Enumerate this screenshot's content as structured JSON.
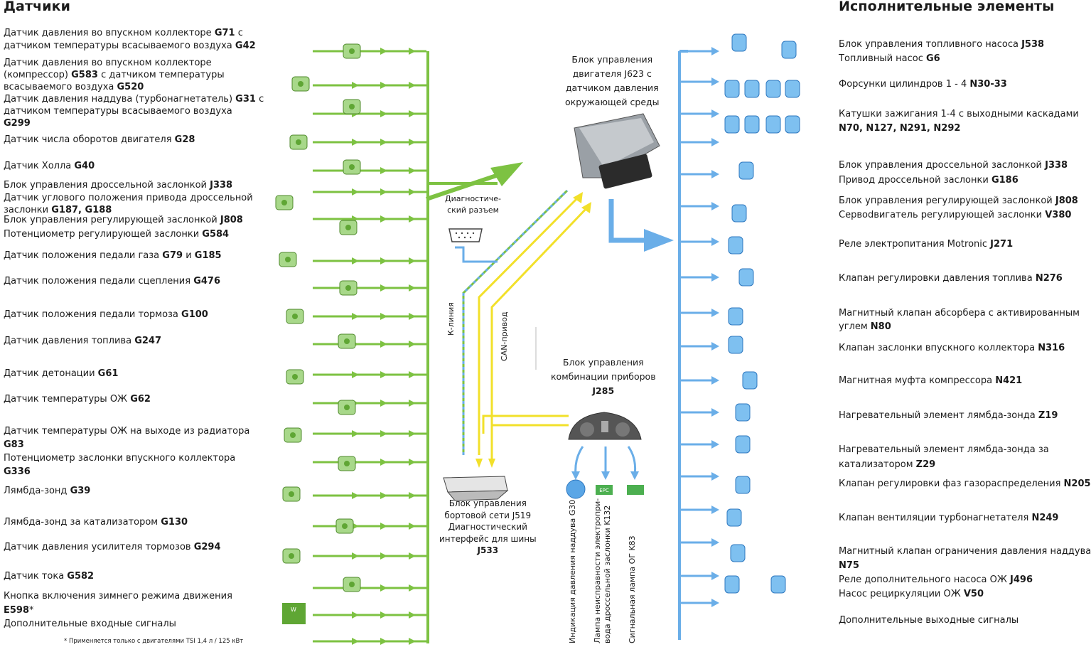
{
  "headers": {
    "sensors": "Датчики",
    "actuators": "Исполнительные элементы"
  },
  "sensors": [
    {
      "t": "Датчик давления во впускном коллекторе ",
      "b": "G71",
      "t2": " с"
    },
    {
      "t": "датчиком температуры всасываемого воздуха ",
      "b": "G42"
    },
    {
      "t": "Датчик давления во впускном коллекторе"
    },
    {
      "t": "(компрессор) ",
      "b": "G583",
      "t2": " с датчиком температуры"
    },
    {
      "t": "всасываемого воздуха ",
      "b": "G520"
    },
    {
      "t": "Датчик давления наддува (турбонагнетатель) ",
      "b": "G31",
      "t2": " с"
    },
    {
      "t": "датчиком температуры всасываемого воздуха"
    },
    {
      "b": "G299"
    },
    {
      "t": "Датчик числа оборотов двигателя ",
      "b": "G28"
    },
    {
      "t": "Датчик Холла ",
      "b": "G40"
    },
    {
      "t": "Блок управления дроссельной заслонкой ",
      "b": "J338"
    },
    {
      "t": "Датчик углового положения привода дроссельной"
    },
    {
      "t": "заслонки ",
      "b": "G187, G188"
    },
    {
      "t": "Блок управления регулирующей заслонкой ",
      "b": "J808"
    },
    {
      "t": "Потенциометр регулирующей заслонки ",
      "b": "G584"
    },
    {
      "t": "Датчик положения педали газа ",
      "b": "G79",
      "t2": " и ",
      "b2": "G185"
    },
    {
      "t": "Датчик положения педали сцепления ",
      "b": "G476"
    },
    {
      "t": "Датчик положения педали тормоза ",
      "b": "G100"
    },
    {
      "t": "Датчик давления топлива ",
      "b": "G247"
    },
    {
      "t": "Датчик детонации ",
      "b": "G61"
    },
    {
      "t": "Датчик температуры ОЖ ",
      "b": "G62"
    },
    {
      "t": "Датчик температуры ОЖ на выходе из радиатора"
    },
    {
      "b": "G83"
    },
    {
      "t": "Потенциометр заслонки впускного коллектора"
    },
    {
      "b": "G336"
    },
    {
      "t": "Лямбда-зонд ",
      "b": "G39"
    },
    {
      "t": "Лямбда-зонд за катализатором ",
      "b": "G130"
    },
    {
      "t": "Датчик давления усилителя тормозов ",
      "b": "G294"
    },
    {
      "t": "Датчик тока ",
      "b": "G582"
    },
    {
      "t": "Кнопка включения зимнего режима движения"
    },
    {
      "b": "E598",
      "t2": "*"
    },
    {
      "t": "Дополнительные входные сигналы"
    }
  ],
  "footnote": "* Применяется только с двигателями TSI 1,4 л / 125 кВт",
  "actuators": [
    {
      "t": "Блок управления топливного насоса ",
      "b": "J538"
    },
    {
      "t": "Топливный насос ",
      "b": "G6"
    },
    {
      "t": "Форсунки цилиндров 1 - 4 ",
      "b": "N30-33"
    },
    {
      "t": "Катушки зажигания 1-4 с выходными каскадами"
    },
    {
      "b": "N70, N127, N291, N292"
    },
    {
      "t": "Блок управления дроссельной заслонкой ",
      "b": "J338"
    },
    {
      "t": "Привод дроссельной заслонки ",
      "b": "G186"
    },
    {
      "t": "Блок управления регулирующей заслонкой ",
      "b": "J808"
    },
    {
      "t": "Сервodвигатель регулирующей заслонки ",
      "b": "V380"
    },
    {
      "t": "Реле электропитания Motronic ",
      "b": "J271"
    },
    {
      "t": "Клапан регулировки давления топлива ",
      "b": "N276"
    },
    {
      "t": "Магнитный клапан абсорбера с активированным"
    },
    {
      "t": "углем ",
      "b": "N80"
    },
    {
      "t": "Клапан заслонки впускного коллектора ",
      "b": "N316"
    },
    {
      "t": "Магнитная муфта компрессора ",
      "b": "N421"
    },
    {
      "t": "Нагревательный элемент лямбда-зонда ",
      "b": "Z19"
    },
    {
      "t": "Нагревательный элемент лямбда-зонда за"
    },
    {
      "t": "катализатором ",
      "b": "Z29"
    },
    {
      "t": "Клапан регулировки фаз газораспределения ",
      "b": "N205"
    },
    {
      "t": "Клапан вентиляции турбонагнетателя ",
      "b": "N249"
    },
    {
      "t": "Магнитный клапан ограничения давления наддува"
    },
    {
      "b": "N75"
    },
    {
      "t": "Реле дополнительного насоса ОЖ ",
      "b": "J496"
    },
    {
      "t": "Насос рециркуляции ОЖ ",
      "b": "V50"
    },
    {
      "t": "Дополнительные выходные сигналы"
    }
  ],
  "center": {
    "ecu": [
      "Блок управления",
      "двигателя J623 с",
      "датчиком давления",
      "окружающей среды"
    ],
    "diag": [
      "Диагностиче-",
      "ский разъем"
    ],
    "k_line": "К-линия",
    "can": "CAN-привод",
    "cluster": [
      "Блок управления",
      "комбинации приборов",
      "J285"
    ],
    "onboard": [
      "Блок управления",
      "бортовой сети J519",
      "Диагностический",
      "интерфейс для шины",
      "J533"
    ],
    "epc_badge": "EPC",
    "w_badge": "W",
    "indicators": [
      "Индикация давления наддува G30",
      "Лампа неисправности электропри-",
      "вода дроссельной заслонки K132",
      "Сигнальная лампа ОГ K83"
    ]
  },
  "colors": {
    "green": "#7dc242",
    "blue": "#6aaee8",
    "yellow": "#f2e02a"
  }
}
